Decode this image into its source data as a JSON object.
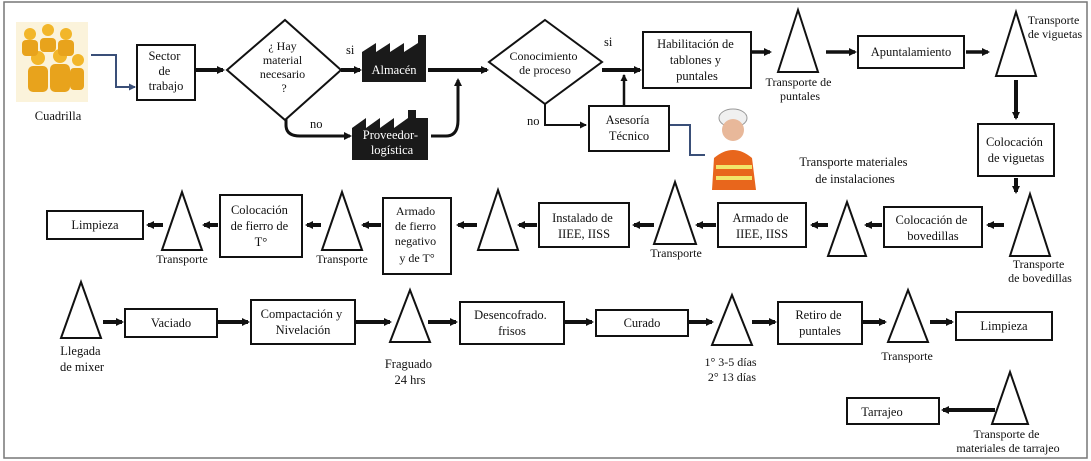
{
  "nodes": {
    "cuadrilla": "Cuadrilla",
    "sector": [
      "Sector",
      "de",
      "trabajo"
    ],
    "hay_material": [
      "¿ Hay",
      "material",
      "necesario",
      "?"
    ],
    "si_1": "si",
    "no_1": "no",
    "almacen": "Almacén",
    "proveedor": [
      "Proveedor-",
      "logística"
    ],
    "conocimiento": [
      "Conocimiento",
      "de proceso"
    ],
    "si_2": "si",
    "no_2": "no",
    "asesoria": [
      "Asesoría",
      "Técnico"
    ],
    "habilitacion": [
      "Habilitación de",
      "tablones y",
      "puntales"
    ],
    "transporte_puntales": [
      "Transporte de",
      "puntales"
    ],
    "apuntalamiento": "Apuntalamiento",
    "transporte_viguetas": [
      "Transporte",
      "de viguetas"
    ],
    "colocacion_viguetas": [
      "Colocación",
      "de viguetas"
    ],
    "transporte_instalaciones": [
      "Transporte materiales",
      "de instalaciones"
    ],
    "colocacion_bovedillas": [
      "Colocación de",
      "bovedillas"
    ],
    "transporte_bovedillas": [
      "Transporte",
      "de bovedillas"
    ],
    "armado_iiee": [
      "Armado de",
      "IIEE, IISS"
    ],
    "transporte_mid": "Transporte",
    "instalado_iiee": [
      "Instalado de",
      "IIEE, IISS"
    ],
    "armado_fierro": [
      "Armado",
      "de fierro",
      "negativo",
      "y de T°"
    ],
    "transporte_left2": "Transporte",
    "colocacion_fierro": [
      "Colocación",
      "de fierro de",
      "T°"
    ],
    "transporte_left1": "Transporte",
    "limpieza_1": "Limpieza",
    "llegada_mixer": [
      "Llegada",
      "de mixer"
    ],
    "vaciado": "Vaciado",
    "compactacion": [
      "Compactación y",
      "Nivelación"
    ],
    "fraguado": [
      "Fraguado",
      "24 hrs"
    ],
    "desencofrado": [
      "Desencofrado.",
      "frisos"
    ],
    "curado": "Curado",
    "curado_dias": [
      "1° 3-5 días",
      "2° 13 días"
    ],
    "retiro": [
      "Retiro de",
      "puntales"
    ],
    "transporte_retiro": "Transporte",
    "limpieza_2": "Limpieza",
    "transporte_tarrajeo": [
      "Transporte de",
      "materiales de tarrajeo"
    ],
    "tarrajeo": "Tarrajeo"
  },
  "colors": {
    "line": "#111111",
    "border": "#777777",
    "factory_fill": "#1a1a1a",
    "worker_orange": "#e8661c",
    "worker_yellow": "#f2b62a",
    "connector_blue": "#3a4f78"
  },
  "icons": [
    "worker-group-icon",
    "factory-icon",
    "engineer-icon"
  ]
}
